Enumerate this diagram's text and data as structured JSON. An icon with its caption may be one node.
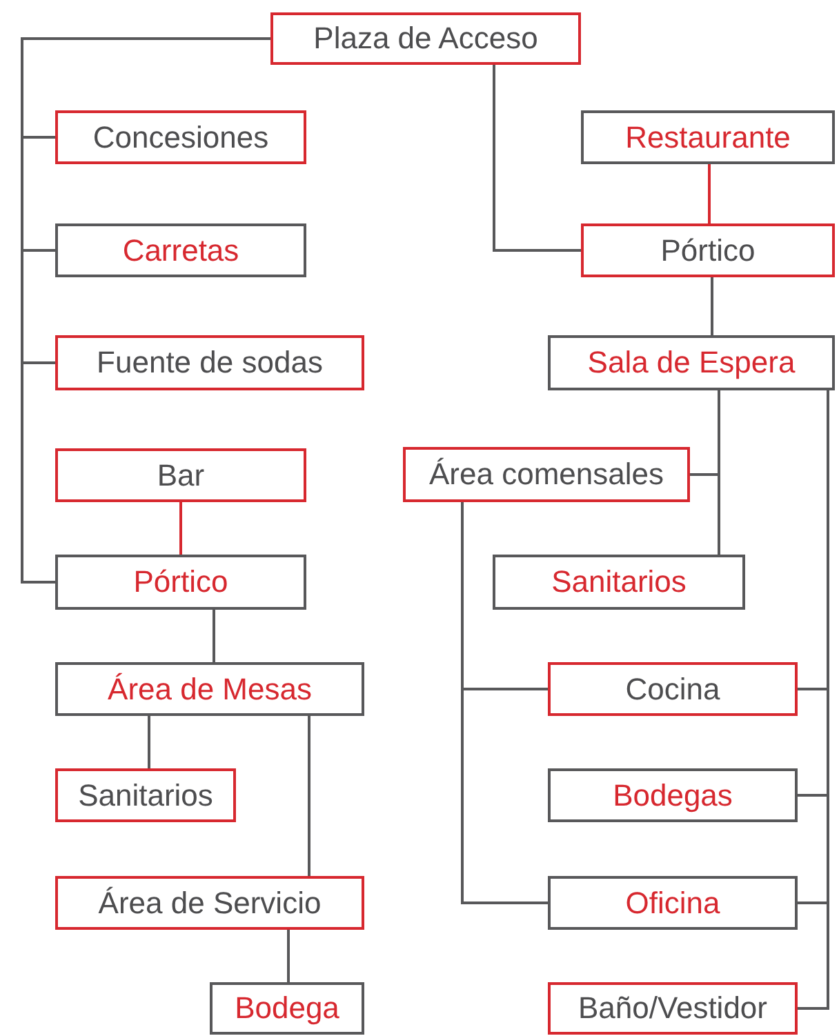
{
  "diagram": {
    "nodes": [
      {
        "text": [
          "Plaza de Acceso"
        ]
      },
      {
        "text": [
          "Concesiones"
        ]
      },
      {
        "text": [
          "Restaurante"
        ]
      },
      {
        "text": [
          "Carretas"
        ]
      },
      {
        "text": [
          "Pórtico"
        ]
      },
      {
        "text": [
          "Fuente de sodas"
        ]
      },
      {
        "text": [
          "Sala de Espera"
        ]
      },
      {
        "text": [
          "Bar"
        ]
      },
      {
        "text": [
          "Área comensales"
        ]
      },
      {
        "text": [
          "Pórtico"
        ]
      },
      {
        "text": [
          "Sanitarios"
        ]
      },
      {
        "text": [
          "Área de Mesas"
        ]
      },
      {
        "text": [
          "Cocina"
        ]
      },
      {
        "text": [
          "Sanitarios"
        ]
      },
      {
        "text": [
          "Bodegas"
        ]
      },
      {
        "text": [
          "Área de Servicio"
        ]
      },
      {
        "text": [
          "Oficina"
        ]
      },
      {
        "text": [
          "Bodega"
        ]
      },
      {
        "text": [
          "Baño/Vestidor"
        ]
      }
    ],
    "edges": [
      {
        "from": 0,
        "to": 1,
        "arrow": "none"
      },
      {
        "from": 0,
        "to": 3,
        "arrow": "none"
      },
      {
        "from": 0,
        "to": 5,
        "arrow": "none"
      },
      {
        "from": 0,
        "to": 9,
        "arrow": "none"
      },
      {
        "from": 0,
        "to": 4,
        "arrow": "none"
      },
      {
        "from": 2,
        "to": 4,
        "arrow": "none",
        "color": "#d7282f"
      },
      {
        "from": 4,
        "to": 6,
        "arrow": "none"
      },
      {
        "from": 6,
        "to": 8,
        "arrow": "none"
      },
      {
        "from": 6,
        "to": 10,
        "arrow": "none"
      },
      {
        "from": 6,
        "to": 12,
        "arrow": "none"
      },
      {
        "from": 6,
        "to": 14,
        "arrow": "none"
      },
      {
        "from": 6,
        "to": 16,
        "arrow": "none"
      },
      {
        "from": 6,
        "to": 18,
        "arrow": "none"
      },
      {
        "from": 8,
        "to": 12,
        "arrow": "none"
      },
      {
        "from": 8,
        "to": 16,
        "arrow": "none"
      },
      {
        "from": 7,
        "to": 9,
        "arrow": "none",
        "color": "#d7282f"
      },
      {
        "from": 9,
        "to": 11,
        "arrow": "none"
      },
      {
        "from": 11,
        "to": 13,
        "arrow": "none"
      },
      {
        "from": 11,
        "to": 15,
        "arrow": "none"
      },
      {
        "from": 15,
        "to": 17,
        "arrow": "none"
      }
    ]
  }
}
